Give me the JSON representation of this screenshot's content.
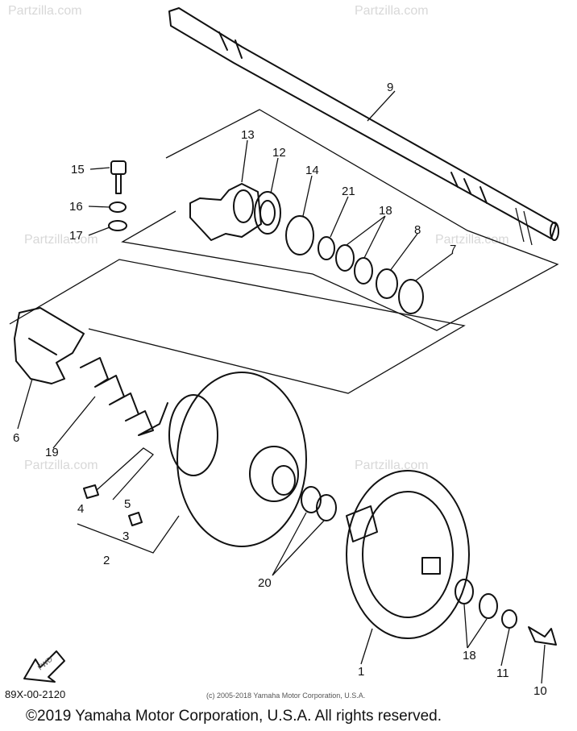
{
  "watermark": "Partzilla.com",
  "drawing_code": "89X-00-2120",
  "small_copyright": "(c) 2005-2018 Yamaha Motor Corporation, U.S.A.",
  "copyright": "©2019 Yamaha Motor Corporation, U.S.A. All rights reserved.",
  "callouts": [
    "1",
    "2",
    "3",
    "4",
    "5",
    "6",
    "7",
    "8",
    "9",
    "10",
    "11",
    "12",
    "13",
    "14",
    "15",
    "16",
    "17",
    "18",
    "18",
    "19",
    "20",
    "21"
  ],
  "fwd_label": "FWD"
}
